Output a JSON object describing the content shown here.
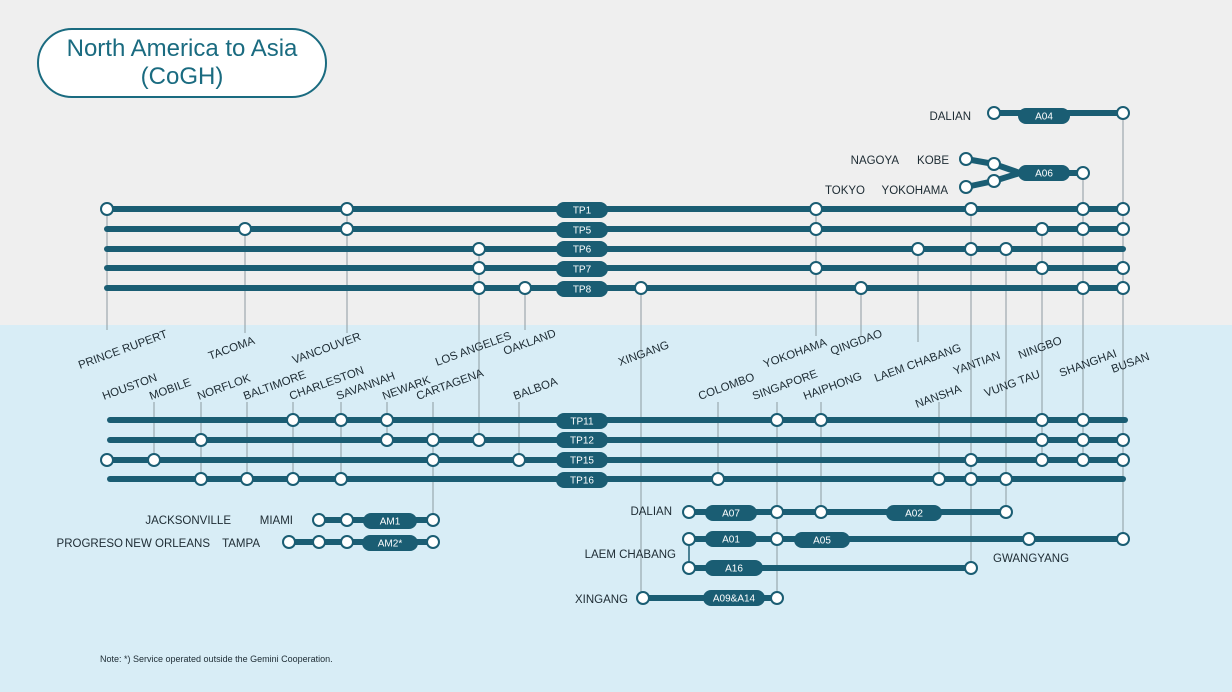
{
  "title": "North America to Asia\n(CoGH)",
  "note": "Note: *) Service operated outside the Gemini Cooperation.",
  "colors": {
    "line": "#1a5d73",
    "pill": "#1a5d73",
    "connector": "#8c9aa0",
    "sky": "#d8edf6",
    "top": "#efefef"
  },
  "asia_terminals": [
    "DALIAN",
    "NAGOYA",
    "KOBE",
    "TOKYO",
    "YOKOHAMA"
  ],
  "west_coast_ports": [
    "PRINCE RUPERT",
    "TACOMA",
    "VANCOUVER",
    "LOS ANGELES",
    "OAKLAND",
    "XINGANG",
    "YOKOHAMA",
    "QINGDAO",
    "LAEM CHABANG",
    "YANTIAN",
    "VUNG TAU",
    "NINGBO",
    "SHANGHAI",
    "BUSAN"
  ],
  "east_coast_ports": [
    "HOUSTON",
    "MOBILE",
    "NORFLOK",
    "BALTIMORE",
    "CHARLESTON",
    "SAVANNAH",
    "NEWARK",
    "CARTAGENA",
    "BALBOA",
    "COLOMBO",
    "SINGAPORE",
    "HAIPHONG",
    "NANSHA"
  ],
  "feeder_labels": [
    "JACKSONVILLE",
    "MIAMI",
    "PROGRESO",
    "NEW ORLEANS",
    "TAMPA",
    "DALIAN",
    "LAEM CHABANG",
    "XINGANG",
    "GWANGYANG"
  ],
  "services_top": [
    "A04",
    "A06",
    "TP1",
    "TP5",
    "TP6",
    "TP7",
    "TP8"
  ],
  "services_bottom": [
    "TP11",
    "TP12",
    "TP15",
    "TP16"
  ],
  "feeder_services": [
    "AM1",
    "AM2*",
    "A07",
    "A02",
    "A01",
    "A05",
    "A16",
    "A09&A14"
  ]
}
